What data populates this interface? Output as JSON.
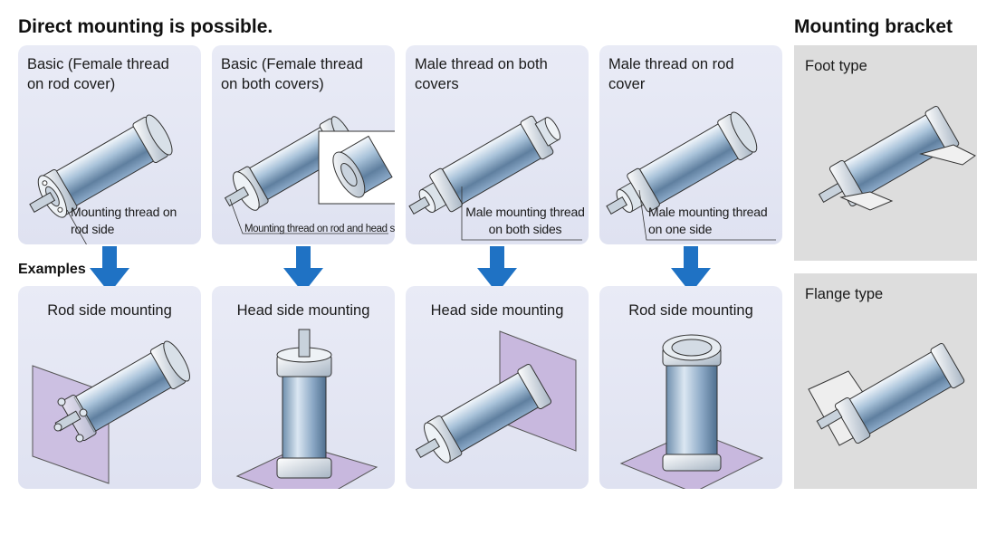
{
  "headings": {
    "direct": "Direct mounting is possible.",
    "bracket": "Mounting bracket",
    "examples": "Examples"
  },
  "top_panels": [
    {
      "title": "Basic (Female thread on rod cover)",
      "callout": "Mounting thread on rod side"
    },
    {
      "title": "Basic (Female thread on both covers)",
      "callout": "Mounting thread on rod and head sides"
    },
    {
      "title": "Male thread on both covers",
      "callout": "Male mounting thread on both sides"
    },
    {
      "title": "Male thread on rod cover",
      "callout": "Male mounting thread on one side"
    }
  ],
  "bottom_panels": [
    {
      "title": "Rod side mounting"
    },
    {
      "title": "Head side mounting"
    },
    {
      "title": "Head side mounting"
    },
    {
      "title": "Rod side mounting"
    }
  ],
  "brackets": [
    {
      "title": "Foot type"
    },
    {
      "title": "Flange type"
    }
  ],
  "colors": {
    "panel_bg": "#e3e6f3",
    "arrow": "#1f72c4",
    "bracket_bg": "#dddddd",
    "plate": "#c8b8de"
  }
}
